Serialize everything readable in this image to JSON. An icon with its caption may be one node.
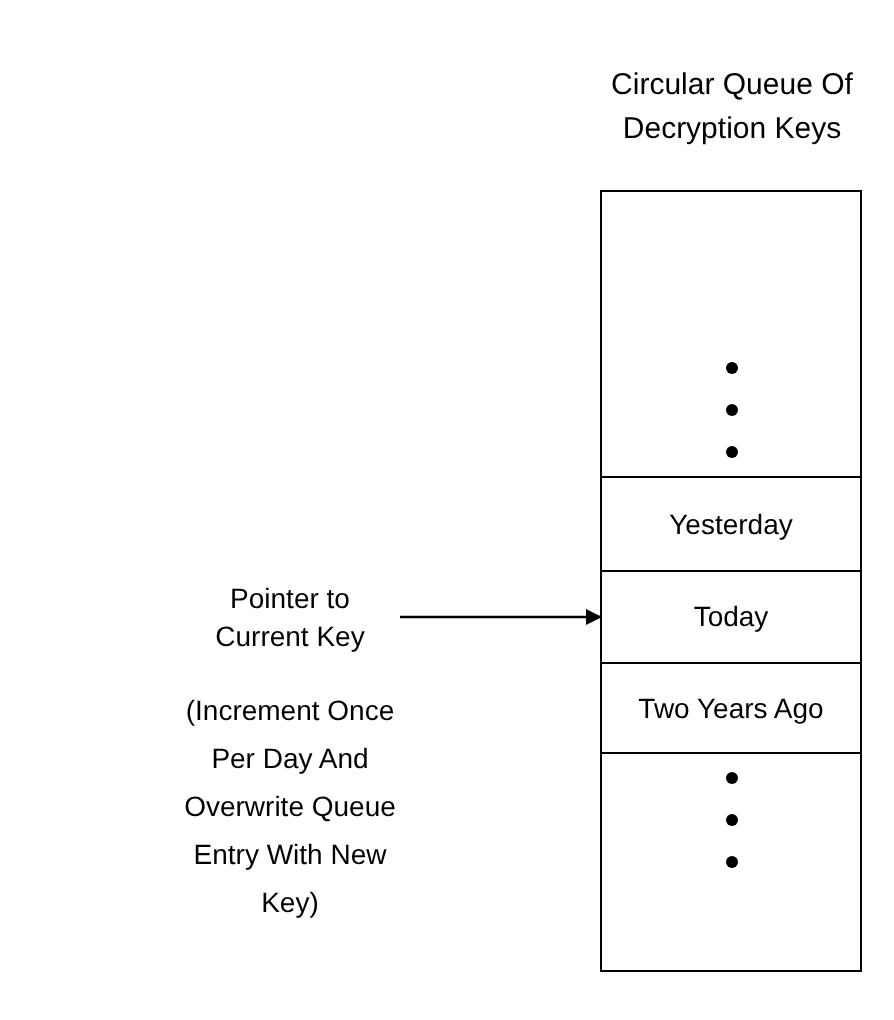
{
  "diagram": {
    "title": "Circular Queue Of Decryption Keys",
    "nodes": [
      {
        "text": [],
        "shape": "box"
      },
      {
        "text": [
          "Yesterday"
        ],
        "in": 0
      },
      {
        "text": [
          "Today"
        ],
        "in": 0
      },
      {
        "text": [
          "Two Years Ago"
        ],
        "in": 0
      },
      {
        "text": [
          "Pointer to Current Key"
        ]
      }
    ],
    "edges": [
      {
        "from": 4,
        "to": 2,
        "arrow": "to"
      }
    ],
    "labels": [
      "(Increment Once Per Day And Overwrite Queue Entry With New Key)"
    ]
  }
}
